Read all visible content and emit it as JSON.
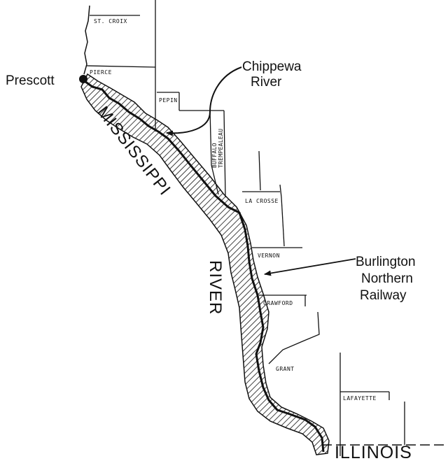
{
  "map": {
    "labels": {
      "prescott": "Prescott",
      "chippewa_line1": "Chippewa",
      "chippewa_line2": "River",
      "mississippi": "MISSISSIPPI",
      "river": "RIVER",
      "burlington_line1": "Burlington",
      "burlington_line2": "Northern",
      "burlington_line3": "Railway",
      "illinois": "ILLINOIS"
    },
    "counties": {
      "st_croix": "ST. CROIX",
      "pierce": "PIERCE",
      "pepin": "PEPIN",
      "buffalo": "BUFFALO",
      "trempealeau": "TREMPEALEAU",
      "la_crosse": "LA CROSSE",
      "vernon": "VERNON",
      "crawford": "CRAWFORD",
      "grant": "GRANT",
      "lafayette": "LAFAYETTE"
    },
    "colors": {
      "ink": "#111111",
      "background": "#ffffff"
    }
  }
}
